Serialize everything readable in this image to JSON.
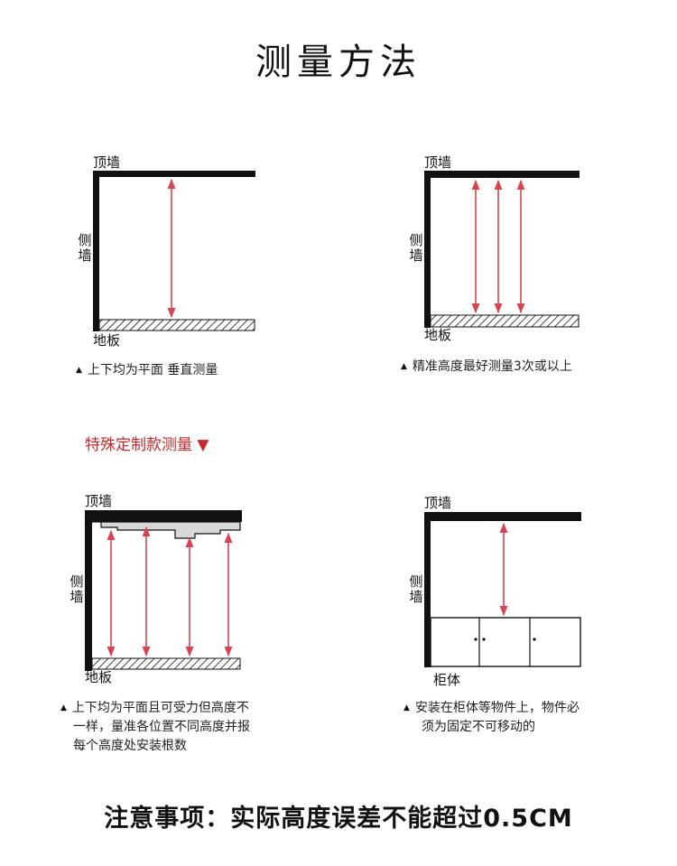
{
  "title": "测量方法",
  "labels": {
    "ceiling": "顶墙",
    "side_wall": "侧墙",
    "floor": "地板",
    "cabinet": "柜体"
  },
  "captions": {
    "d1": "上下均为平面  垂直测量",
    "d2": "精准高度最好测量3次或以上",
    "d3_l1": "上下均为平面且可受力但高度不",
    "d3_l2": "一样，量准各位置不同高度并报",
    "d3_l3": "每个高度处安装根数",
    "d4_l1": "安装在柜体等物件上，物件必",
    "d4_l2": "须为固定不可移动的"
  },
  "section_heading": "特殊定制款测量 ▼",
  "footer": "注意事项：实际高度误差不能超过0.5CM",
  "icons": {
    "caption_marker": "triangle-up-icon"
  },
  "colors": {
    "arrow": "#d9434f",
    "wall": "#111111",
    "accent_text": "#c8272c"
  }
}
